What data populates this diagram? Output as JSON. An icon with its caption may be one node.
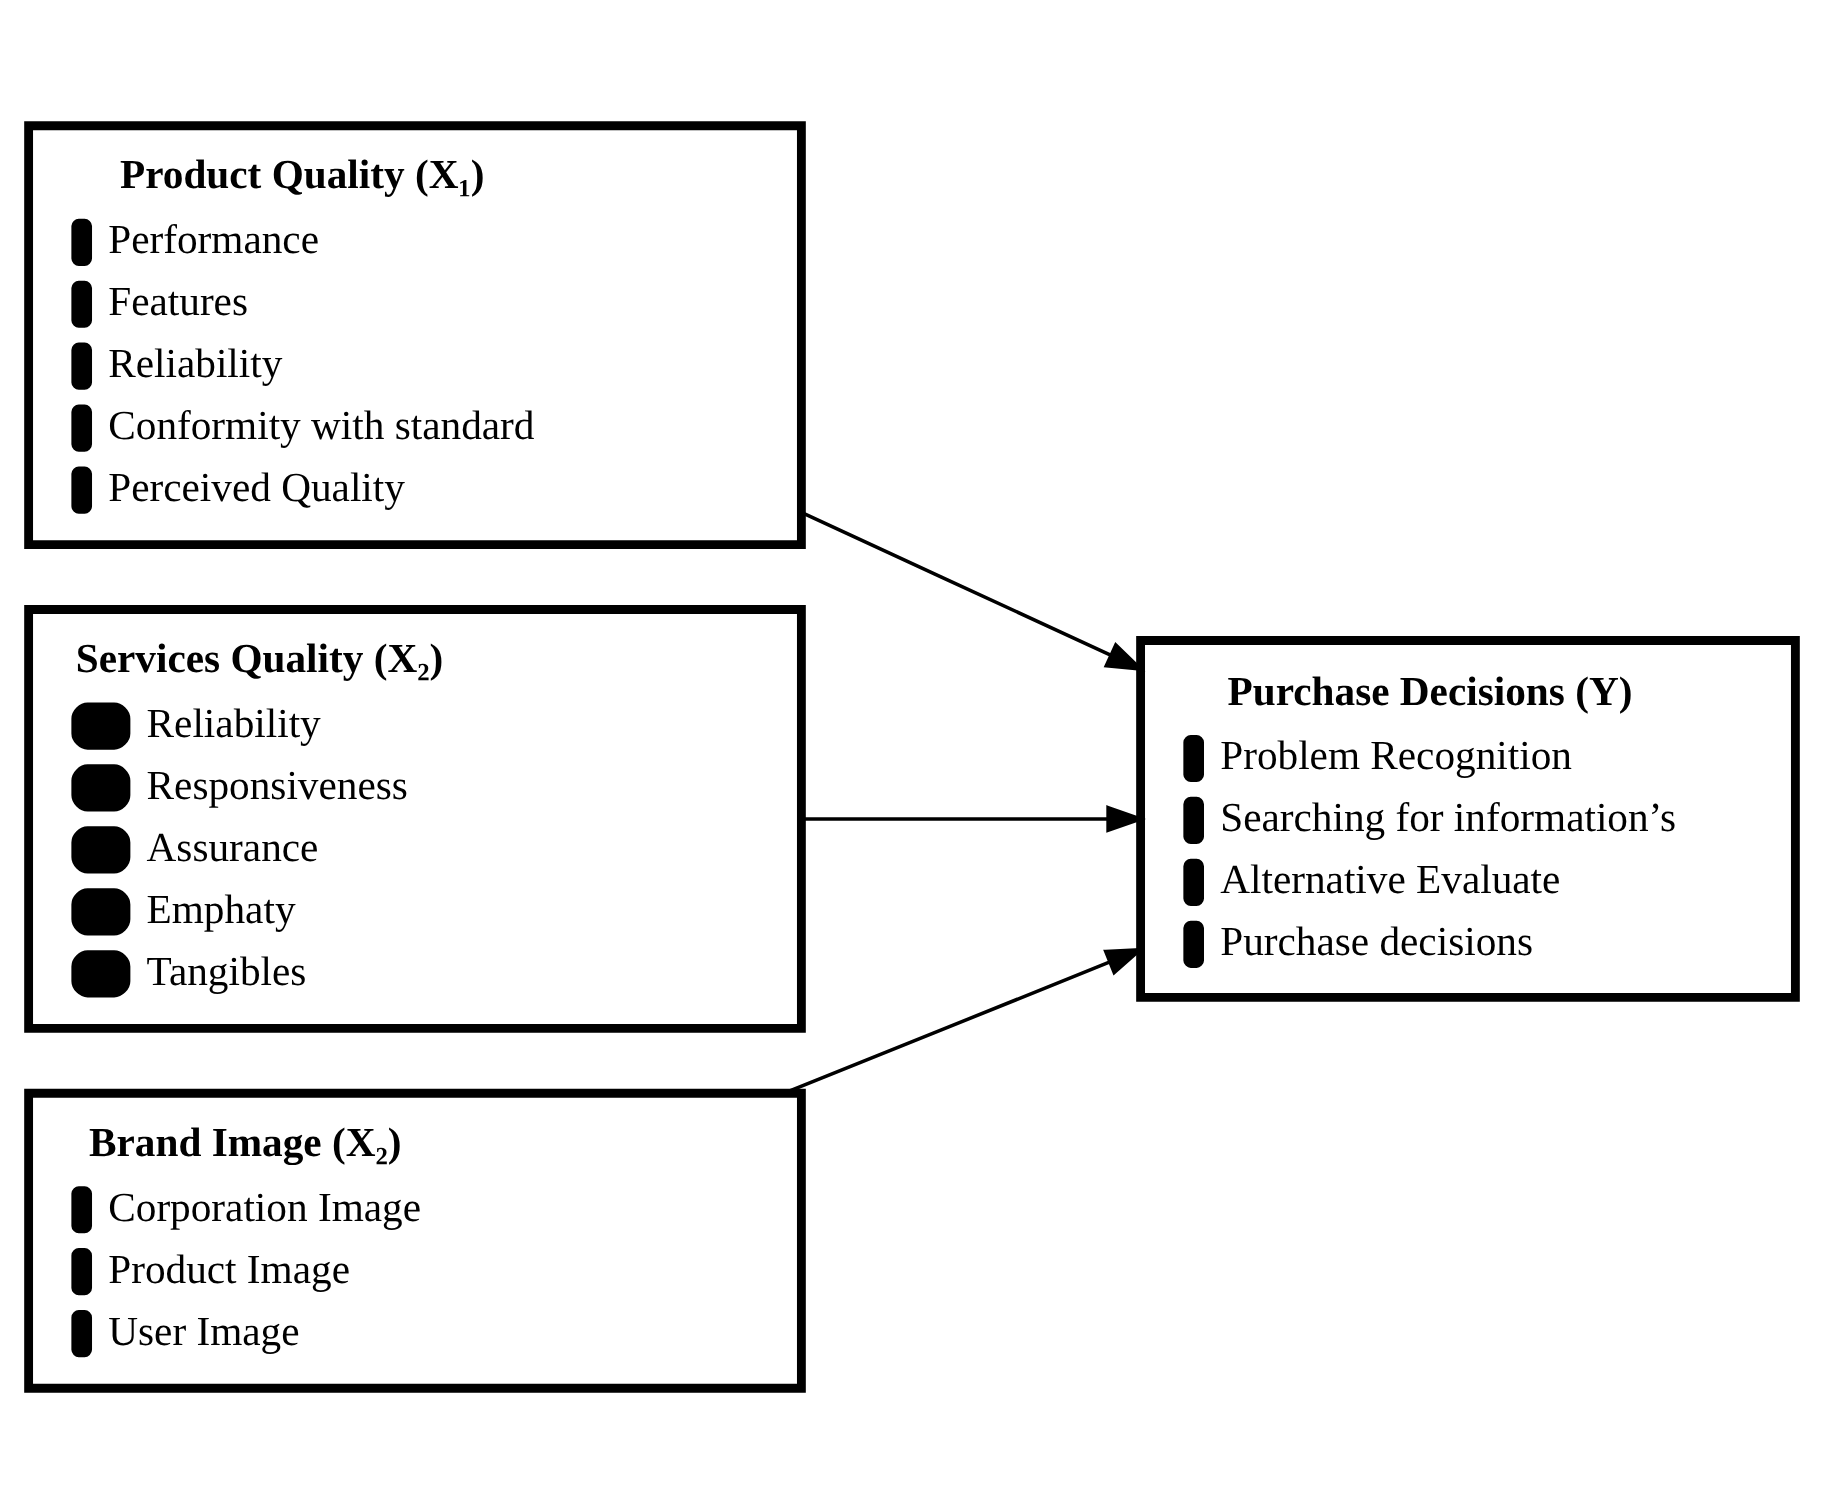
{
  "diagram": {
    "nodes": [
      {
        "text": [
          "Product Quality (X₁)",
          "Performance",
          "Features",
          "Reliability",
          "Conformity with standard",
          "Perceived Quality"
        ]
      },
      {
        "text": [
          "Services Quality (X₂)",
          "Reliability",
          "Responsiveness",
          "Assurance",
          "Emphaty",
          "Tangibles"
        ]
      },
      {
        "text": [
          "Brand Image (X₂)",
          "Corporation Image",
          "Product Image",
          "User Image"
        ]
      },
      {
        "text": [
          "Purchase Decisions (Y)",
          "Problem Recognition",
          "Searching for information’s",
          "Alternative Evaluate",
          "Purchase decisions"
        ]
      }
    ],
    "edges": [
      {
        "from": 0,
        "to": 3,
        "arrow": "to"
      },
      {
        "from": 1,
        "to": 3,
        "arrow": "to"
      },
      {
        "from": 2,
        "to": 3,
        "arrow": "to"
      }
    ]
  }
}
